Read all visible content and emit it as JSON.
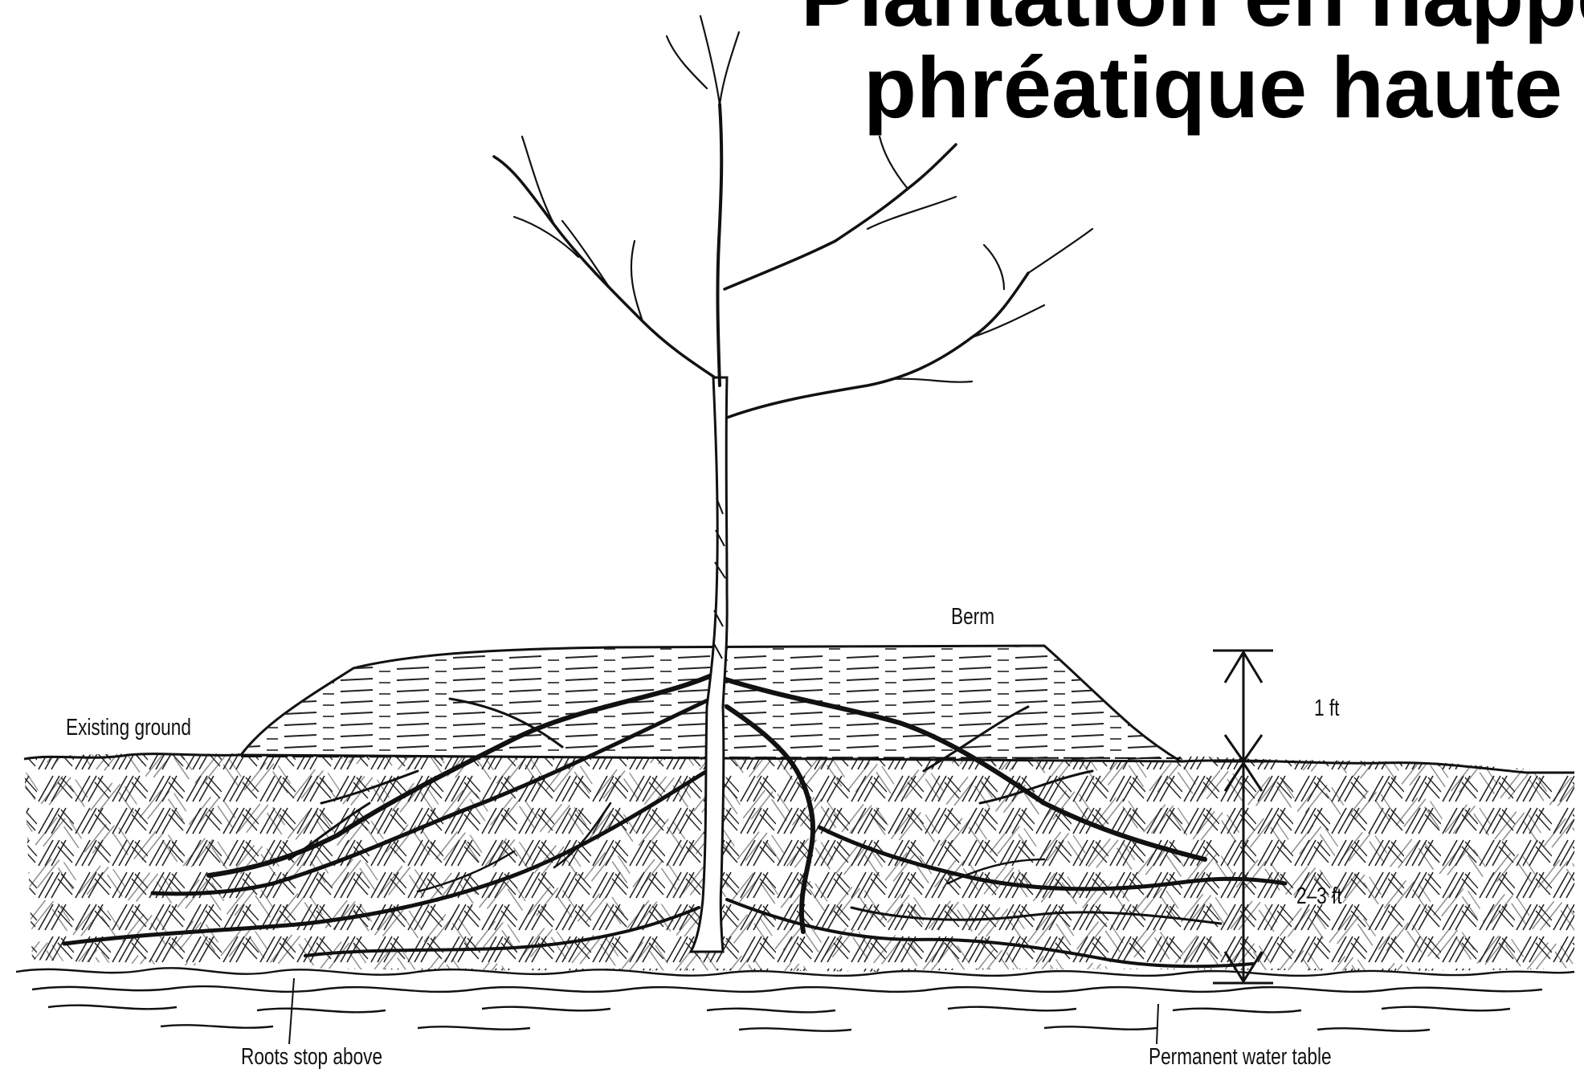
{
  "title": {
    "line1": "Plantation en nappe",
    "line2": "phréatique haute"
  },
  "labels": {
    "berm": "Berm",
    "existing_ground": "Existing ground",
    "one_ft": "1 ft",
    "two_three_ft": "2–3 ft",
    "roots_stop_above": "Roots stop above",
    "permanent_water_table": "Permanent water table"
  },
  "colors": {
    "ink": "#1a1a1a",
    "background": "#ffffff"
  }
}
